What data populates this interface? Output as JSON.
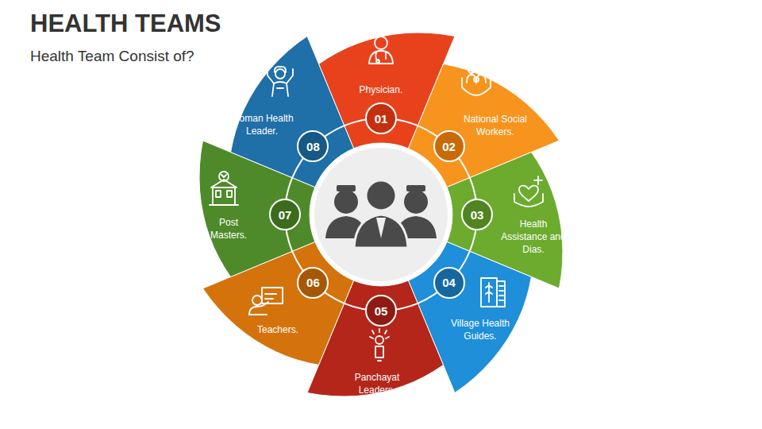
{
  "diagram": {
    "title": "HEALTH TEAMS",
    "nodes": [
      {
        "text": [
          "Physician."
        ]
      },
      {
        "text": [
          "01"
        ],
        "in": 0
      },
      {
        "text": [
          "National Social Workers."
        ]
      },
      {
        "text": [
          "02"
        ],
        "in": 2
      },
      {
        "text": [
          "Health Assistance and Dias."
        ]
      },
      {
        "text": [
          "03"
        ],
        "in": 4
      },
      {
        "text": [
          "Village Health Guides."
        ]
      },
      {
        "text": [
          "04"
        ],
        "in": 6
      },
      {
        "text": [
          "Panchayat Leaders."
        ]
      },
      {
        "text": [
          "05"
        ],
        "in": 8
      },
      {
        "text": [
          "Teachers."
        ]
      },
      {
        "text": [
          "06"
        ],
        "in": 10
      },
      {
        "text": [
          "Post Masters."
        ]
      },
      {
        "text": [
          "07"
        ],
        "in": 12
      },
      {
        "text": [
          "Woman Health Leader."
        ]
      },
      {
        "text": [
          "08"
        ],
        "in": 14
      }
    ],
    "labels": [
      "Health Team Consist of?"
    ]
  }
}
